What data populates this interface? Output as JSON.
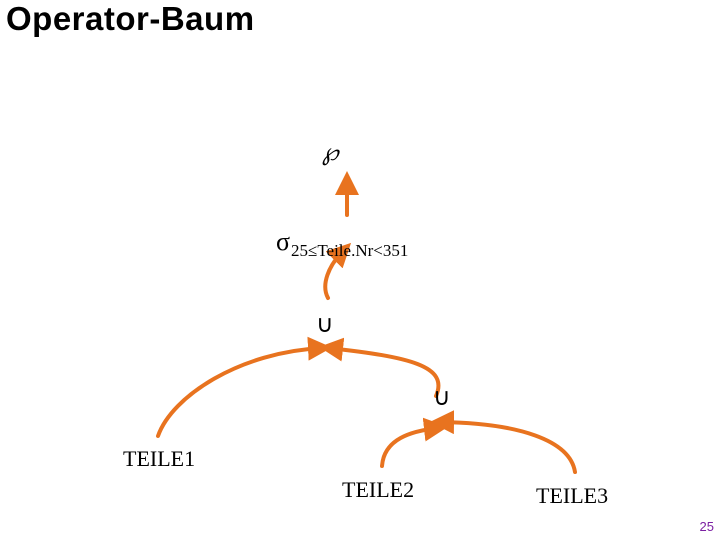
{
  "title": "Operator-Baum",
  "tree": {
    "root": "℘",
    "selection": {
      "operator": "σ",
      "condition": "25≤Teile.Nr<351"
    },
    "union_upper": "∪",
    "union_lower": "∪",
    "leaves": [
      "TEILE1",
      "TEILE2",
      "TEILE3"
    ]
  },
  "page_number": "25",
  "colors": {
    "edge": "#E8731F",
    "page_number": "#7B1FA2",
    "text": "#000000"
  }
}
